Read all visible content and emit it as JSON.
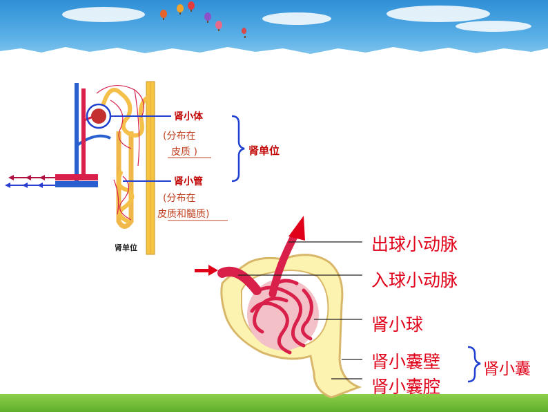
{
  "nephron_diagram": {
    "caption": "肾单位",
    "renal_corpuscle": {
      "label": "肾小体",
      "note_line1": "(分布在",
      "note_line2": "皮质 )"
    },
    "renal_tubule": {
      "label": "肾小管",
      "note_line1": "(分布在",
      "note_line2": "皮质和髓质)"
    },
    "group_label": "肾单位"
  },
  "corpuscle_diagram": {
    "labels": {
      "efferent": "出球小动脉",
      "afferent": "入球小动脉",
      "glomerulus": "肾小球",
      "capsule_wall": "肾小囊壁",
      "capsule_cavity": "肾小囊腔"
    },
    "group_label": "肾小囊"
  },
  "colors": {
    "red_label": "#c00000",
    "vessel_red": "#d8204a",
    "tubule_yellow": "#f5c542",
    "bracket_blue": "#1f3fd0",
    "capsule_fill": "#fdf3b0"
  }
}
